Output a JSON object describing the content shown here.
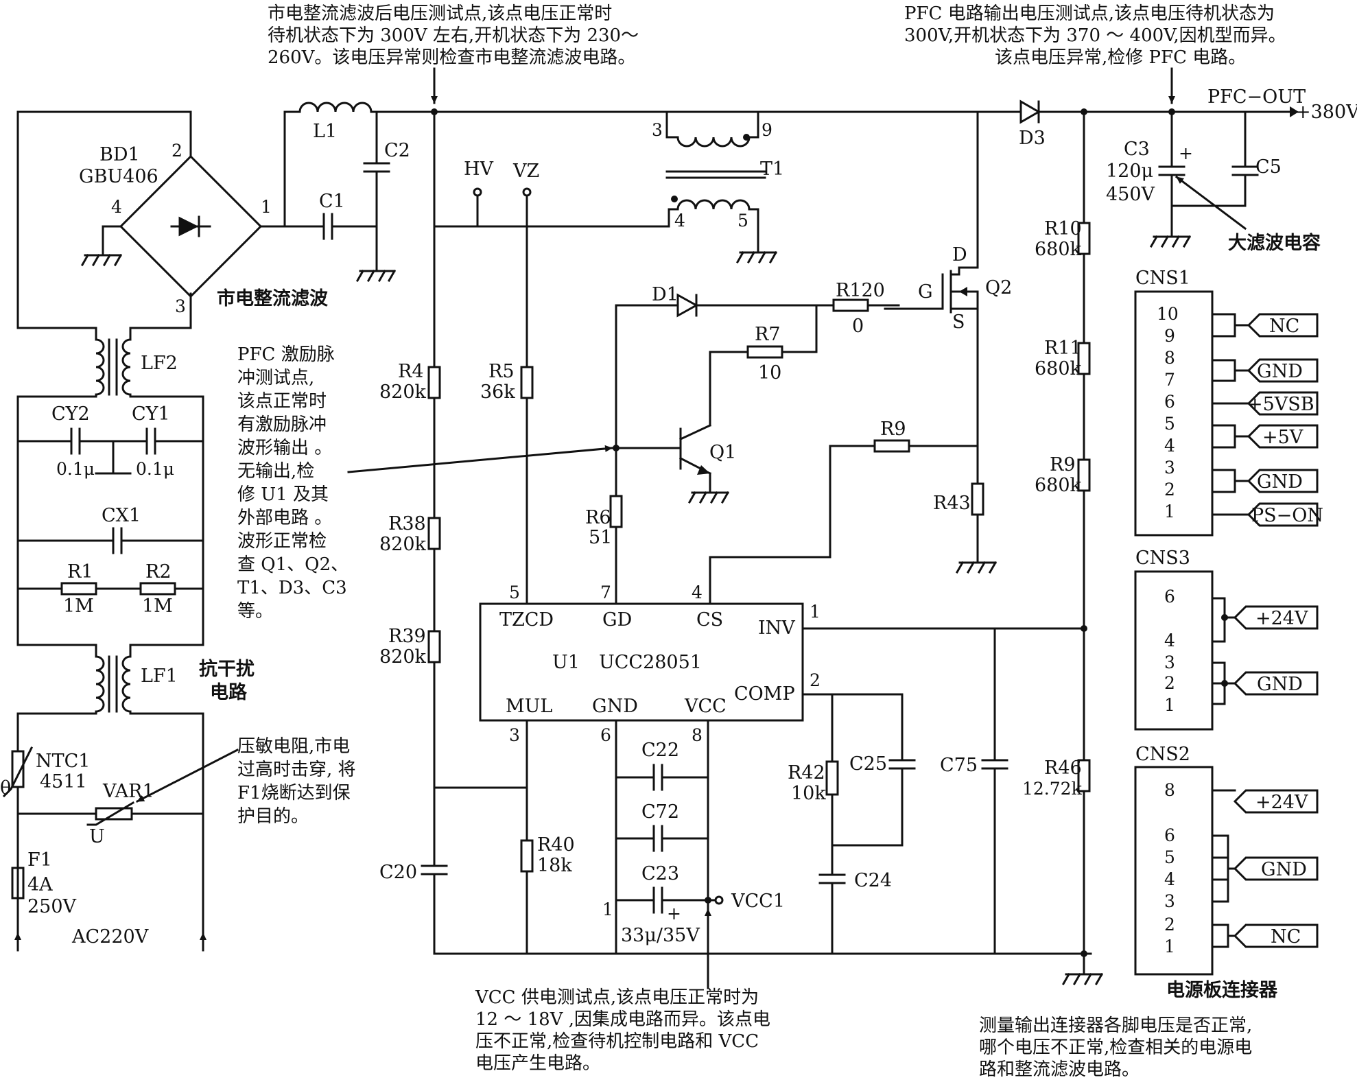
{
  "annotations": {
    "top_left": [
      "市电整流滤波后电压测试点,该点电压正常时",
      "待机状态下为 300V 左右,开机状态下为 230～",
      "260V。该电压异常则检查市电整流滤波电路。"
    ],
    "top_right": [
      "PFC 电路输出电压测试点,该点电压待机状态为",
      "300V,开机状态下为 370 ～ 400V,因机型而异。",
      "该点电压异常,检修 PFC 电路。"
    ],
    "pulse": [
      "PFC 激励脉",
      "冲测试点,",
      "该点正常时",
      "有激励脉冲",
      "波形输出 。",
      "无输出,检",
      "修 U1 及其",
      "外部电路 。",
      "波形正常检",
      "查 Q1、Q2、",
      "T1、D3、C3",
      "等。"
    ],
    "varistor": [
      "压敏电阻,市电",
      "过高时击穿, 将",
      "F1烧断达到保",
      "护目的。"
    ],
    "vcc": [
      "VCC 供电测试点,该点电压正常时为",
      "12 ～ 18V ,因集成电路而异。该点电",
      "压不正常,检查待机控制电路和 VCC",
      "电压产生电路。"
    ],
    "bottom_right": [
      "测量输出连接器各脚电压是否正常,",
      "哪个电压不正常,检查相关的电源电",
      "路和整流滤波电路。"
    ],
    "rectifier": "市电整流滤波",
    "emi_1": "抗干扰",
    "emi_2": "电路",
    "big_cap": "大滤波电容",
    "connector": "电源板连接器"
  },
  "labels": {
    "bd1": "BD1",
    "gbu": "GBU406",
    "l1": "L1",
    "c1": "C1",
    "c2": "C2",
    "hv": "HV",
    "vz": "VZ",
    "t1": "T1",
    "d3": "D3",
    "pfc_out": "PFC−OUT",
    "v380": "+380V",
    "c3": "C3",
    "c3_v1": "120μ",
    "c3_v2": "450V",
    "c5": "C5",
    "d1": "D1",
    "r120": "R120",
    "r120_v": "0",
    "g": "G",
    "d": "D",
    "s": "S",
    "q2": "Q2",
    "r7": "R7",
    "r7_v": "10",
    "r9a": "R9",
    "q1": "Q1",
    "r43": "R43",
    "r4": "R4",
    "r4_v": "820k",
    "r5": "R5",
    "r5_v": "36k",
    "r6": "R6",
    "r6_v": "51",
    "r38": "R38",
    "r38_v": "820k",
    "r39": "R39",
    "r39_v": "820k",
    "r10": "R10",
    "r10_v": "680k",
    "r11": "R11",
    "r11_v": "680k",
    "r9": "R9",
    "r9_v": "680k",
    "r46": "R46",
    "r46_v": "12.72k",
    "lf2": "LF2",
    "lf1": "LF1",
    "cy2": "CY2",
    "cy1": "CY1",
    "cy2_v": "0.1μ",
    "cy1_v": "0.1μ",
    "cx1": "CX1",
    "r1": "R1",
    "r1_v": "1M",
    "r2": "R2",
    "r2_v": "1M",
    "ntc1": "NTC1",
    "ntc1_v": "4511",
    "theta": "θ",
    "var1": "VAR1",
    "u": "U",
    "f1": "F1",
    "f1_v1": "4A",
    "f1_v2": "250V",
    "ac": "AC220V",
    "u1": "U1",
    "ucc": "UCC28051",
    "tzcd": "TZCD",
    "gd": "GD",
    "cs": "CS",
    "inv": "INV",
    "comp": "COMP",
    "mul": "MUL",
    "gnd": "GND",
    "vcc": "VCC",
    "c22": "C22",
    "c72": "C72",
    "c23": "C23",
    "c23_v": "33μ/35V",
    "vcc1": "VCC1",
    "r40": "R40",
    "r40_v": "18k",
    "c20": "C20",
    "r42": "R42",
    "r42_v": "10k",
    "c25": "C25",
    "c24": "C24",
    "c75": "C75",
    "cns1": "CNS1",
    "cns3": "CNS3",
    "cns2": "CNS2",
    "plus": "+",
    "plus2": "+",
    "p1": "1",
    "p2": "2",
    "p3": "3",
    "p4": "4",
    "p5": "5",
    "p9": "9",
    "u1p5": "5",
    "u1p7": "7",
    "u1p4": "4",
    "u1p1": "1",
    "u1p2": "2",
    "u1p3": "3",
    "u1p6": "6",
    "u1p8": "8",
    "vccp1": "1",
    "bdp4": "4",
    "bdp1": "1",
    "bdp2": "2",
    "bdp3": "3"
  },
  "cns1": {
    "pins": [
      "10",
      "9",
      "8",
      "7",
      "6",
      "5",
      "4",
      "3",
      "2",
      "1"
    ],
    "tags": [
      "NC",
      "GND",
      "+5VSB",
      "+5V",
      "GND",
      "PS−ON"
    ]
  },
  "cns3": {
    "pins": [
      "6",
      "4",
      "3",
      "2",
      "1"
    ],
    "tags": [
      "+24V",
      "GND"
    ]
  },
  "cns2": {
    "pins": [
      "8",
      "6",
      "5",
      "4",
      "3",
      "2",
      "1"
    ],
    "tags": [
      "+24V",
      "GND",
      "NC"
    ]
  }
}
